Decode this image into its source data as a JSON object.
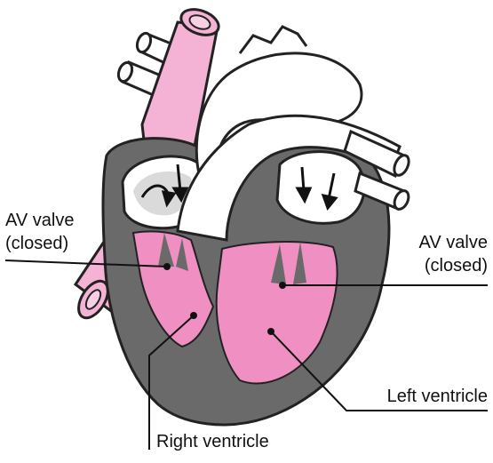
{
  "labels": {
    "av_valve_left": {
      "line1": "AV valve",
      "line2": "(closed)"
    },
    "av_valve_right": {
      "line1": "AV valve",
      "line2": "(closed)"
    },
    "left_ventricle": "Left ventricle",
    "right_ventricle": "Right ventricle"
  },
  "colors": {
    "muscle": "#6a6a6a",
    "chamber_pink": "#ef8fc2",
    "vessel_pink": "#f4b3d4",
    "vessel_white": "#ffffff",
    "outline": "#222222",
    "leader_line": "#111111"
  }
}
